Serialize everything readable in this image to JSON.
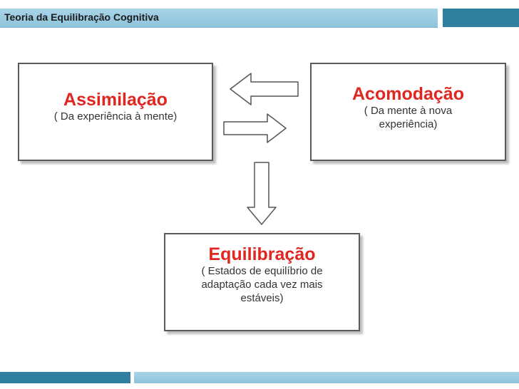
{
  "slide": {
    "title": "Teoria da Equilibração Cognitiva"
  },
  "diagram": {
    "nodes": {
      "assimilacao": {
        "heading": "Assimilação",
        "description": "( Da experiência à mente)"
      },
      "acomodacao": {
        "heading": "Acomodação",
        "description_lines": [
          "( Da mente à nova",
          "experiência)"
        ]
      },
      "equilibracao": {
        "heading": "Equilibração",
        "description_lines": [
          "( Estados de equilíbrio de",
          "adaptação cada vez mais",
          "estáveis)"
        ]
      }
    },
    "edges": [
      {
        "from": "acomodacao",
        "to": "assimilacao",
        "style": "hollow-arrow"
      },
      {
        "from": "assimilacao",
        "to": "acomodacao",
        "style": "hollow-arrow"
      },
      {
        "from": "top-row",
        "to": "equilibracao",
        "style": "hollow-arrow"
      }
    ]
  },
  "colors": {
    "heading": "#e0261f",
    "accent": "#2f7f9e",
    "band": "#a9d3e6"
  }
}
